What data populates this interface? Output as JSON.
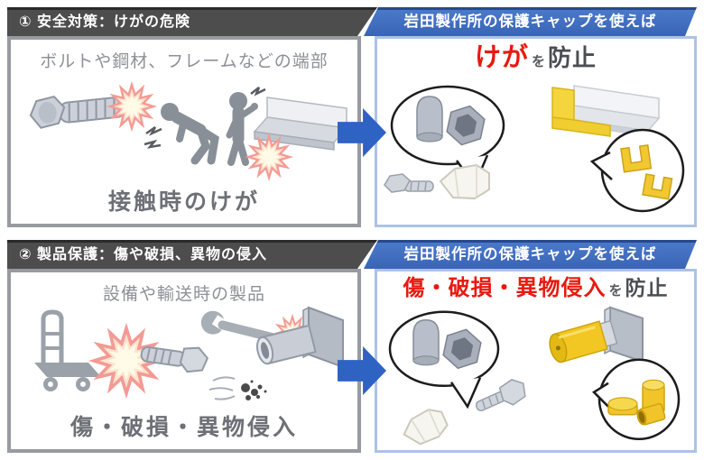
{
  "rows": [
    {
      "left_header": "① 安全対策：けがの危険",
      "right_header": "岩田製作所の保護キャップを使えば",
      "left_caption_top": "ボルトや鋼材、フレームなどの端部",
      "left_caption_bottom": "接触時のけが",
      "result_red": "けが",
      "result_particle": "を",
      "result_suffix": "防止"
    },
    {
      "left_header": "② 製品保護：傷や破損、異物の侵入",
      "right_header": "岩田製作所の保護キャップを使えば",
      "left_caption_top": "設備や輸送時の製品",
      "left_caption_bottom": "傷・破損・異物侵入",
      "result_red": "傷・破損・異物侵入",
      "result_particle": "を",
      "result_suffix": "防止"
    }
  ],
  "colors": {
    "header_dark": "#4d4d4d",
    "header_blue": "#3f6bbd",
    "panel_border_gray": "#979ba0",
    "panel_border_blue": "#abc3e5",
    "alert_red": "#e8190f",
    "arrow_blue": "#2e63c4",
    "cap_yellow": "#f2c929",
    "cap_gray": "#b9bfca"
  },
  "icons": [
    "bolt-icon",
    "starburst-icon",
    "person-bending-icon",
    "person-standing-icon",
    "angle-steel-icon",
    "speech-bubble",
    "gray-caps-icon",
    "white-cap-bolt-icon",
    "yellow-angle-cap-icon",
    "yellow-corner-caps-icon",
    "hand-truck-icon",
    "wrench-icon",
    "pipe-flange-icon",
    "debris-icon",
    "yellow-pipe-cap-icon",
    "yellow-round-caps-icon",
    "arrow-right-icon"
  ]
}
